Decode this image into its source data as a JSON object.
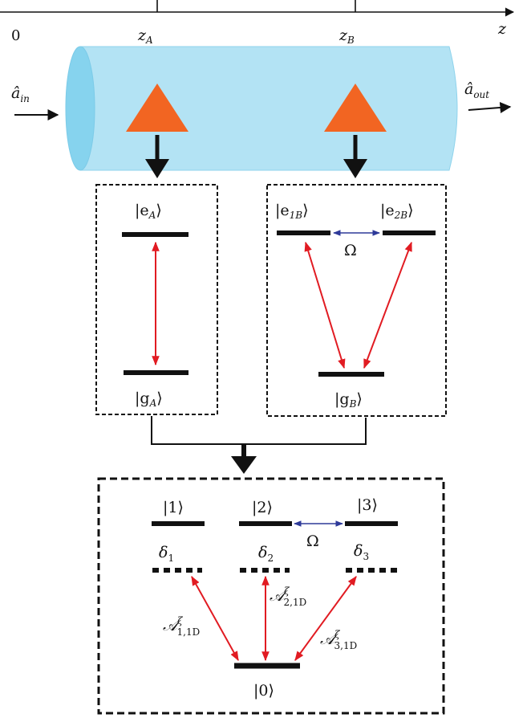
{
  "axis": {
    "origin": "0",
    "za_main": "z",
    "za_sub": "A",
    "zb_main": "z",
    "zb_sub": "B",
    "z": "z"
  },
  "waveguide": {
    "input_main": "â",
    "input_sub": "in",
    "output_main": "â",
    "output_sub": "out"
  },
  "box_a": {
    "excited": {
      "pre": "|e",
      "sub": "A",
      "post": "⟩"
    },
    "ground": {
      "pre": "|g",
      "sub": "A",
      "post": "⟩"
    }
  },
  "box_b": {
    "excited1": {
      "pre": "|e",
      "sub": "1B",
      "post": "⟩"
    },
    "excited2": {
      "pre": "|e",
      "sub": "2B",
      "post": "⟩"
    },
    "omega": "Ω",
    "ground": {
      "pre": "|g",
      "sub": "B",
      "post": "⟩"
    }
  },
  "combined": {
    "state1": "|1⟩",
    "state2": "|2⟩",
    "state3": "|3⟩",
    "state0": "|0⟩",
    "omega": "Ω",
    "delta1": {
      "main": "δ",
      "sub": "1"
    },
    "delta2": {
      "main": "δ",
      "sub": "2"
    },
    "delta3": {
      "main": "δ",
      "sub": "3"
    },
    "coupling1": {
      "main": "𝒜",
      "sup": "ζ",
      "sub": "1,1D"
    },
    "coupling2": {
      "main": "𝒜",
      "sup": "ζ",
      "sub": "2,1D"
    },
    "coupling3": {
      "main": "𝒜",
      "sup": "ζ",
      "sub": "3,1D"
    }
  },
  "colors": {
    "waveguide": "#b3e3f4",
    "waveguide_end": "#86d3ee",
    "emitter": "#f26522",
    "transition": "#e11b22",
    "coupling": "#2e3a99",
    "level": "#111111"
  }
}
